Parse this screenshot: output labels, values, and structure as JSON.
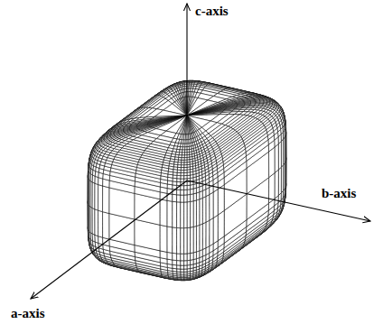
{
  "diagram": {
    "labels": [
      "c-axis",
      "b-axis",
      "a-axis"
    ]
  }
}
